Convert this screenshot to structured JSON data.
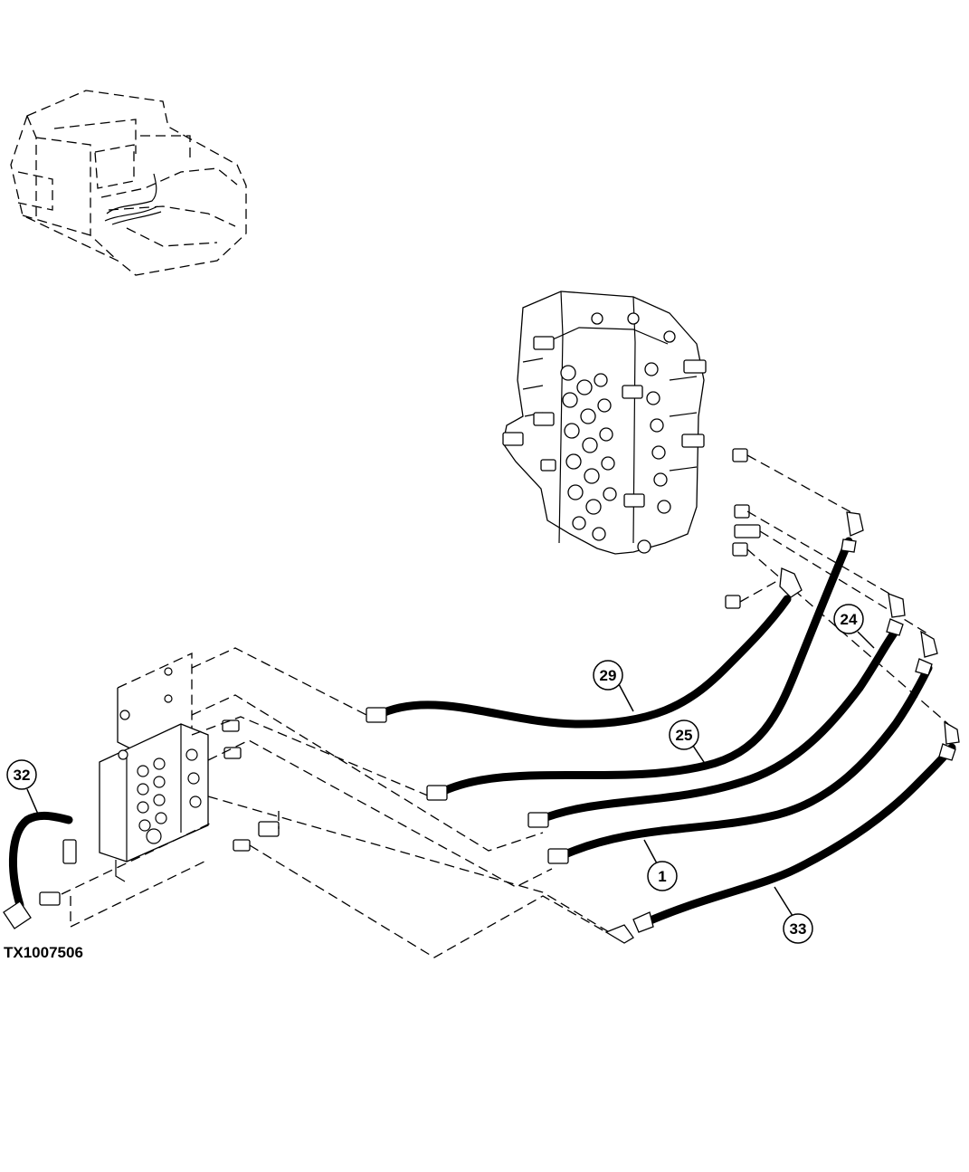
{
  "figure_id": "TX1007506",
  "callouts": [
    {
      "key": "c1",
      "label": "1"
    },
    {
      "key": "c24",
      "label": "24"
    },
    {
      "key": "c25",
      "label": "25"
    },
    {
      "key": "c29",
      "label": "29"
    },
    {
      "key": "c32",
      "label": "32"
    },
    {
      "key": "c33",
      "label": "33"
    }
  ],
  "parts": {
    "machine_locator": "excavator-cab-locator",
    "control_valve": "main-control-valve",
    "pilot_valve_block": "pilot-valve-block"
  }
}
